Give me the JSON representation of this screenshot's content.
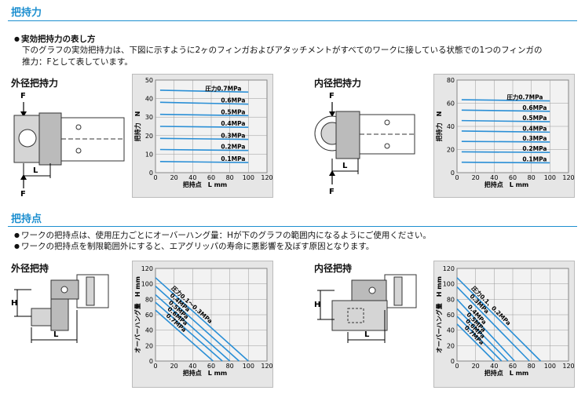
{
  "sections": {
    "holding_force": {
      "title": "把持力",
      "heading": "実効把持力の表し方",
      "body_line1": "下のグラフの実効把持力は、下図に示すように2ヶのフィンガおよびアタッチメントがすべてのワークに接している状態での1つのフィンガの",
      "body_line2": "推力：Fとして表しています。",
      "external_label": "外径把持力",
      "internal_label": "内径把持力"
    },
    "holding_point": {
      "title": "把持点",
      "bullet1": "ワークの把持点は、使用圧力ごとにオーバーハング量：Hが下のグラフの範囲内になるようにご使用ください。",
      "bullet2": "ワークの把持点を制限範囲外にすると、エアグリッパの寿命に悪影響を及ぼす原因となります。",
      "external_label": "外径把持",
      "internal_label": "内径把持"
    }
  },
  "diagram_labels": {
    "force": "F",
    "length": "L",
    "overhang": "H"
  },
  "colors": {
    "accent": "#1d8fd0",
    "panel": "#e6e6e6",
    "line": "#2a8fd6"
  },
  "chart_data": [
    {
      "id": "external-force",
      "type": "line",
      "xlabel": "把持点　L mm",
      "ylabel": "把持力　N",
      "xlim": [
        0,
        120
      ],
      "ylim": [
        0,
        50
      ],
      "xticks": [
        0,
        20,
        40,
        60,
        80,
        100,
        120
      ],
      "yticks": [
        0,
        10,
        20,
        30,
        40,
        50
      ],
      "series": [
        {
          "name": "圧力0.7MPa",
          "x": [
            5,
            100
          ],
          "values": [
            44.5,
            43.5
          ]
        },
        {
          "name": "0.6MPa",
          "x": [
            5,
            100
          ],
          "values": [
            38,
            37
          ]
        },
        {
          "name": "0.5MPa",
          "x": [
            5,
            100
          ],
          "values": [
            31.5,
            30.8
          ]
        },
        {
          "name": "0.4MPa",
          "x": [
            5,
            100
          ],
          "values": [
            25,
            24.5
          ]
        },
        {
          "name": "0.3MPa",
          "x": [
            5,
            100
          ],
          "values": [
            18.5,
            18
          ]
        },
        {
          "name": "0.2MPa",
          "x": [
            5,
            100
          ],
          "values": [
            12.5,
            12
          ]
        },
        {
          "name": "0.1MPa",
          "x": [
            5,
            100
          ],
          "values": [
            6,
            5.5
          ]
        }
      ]
    },
    {
      "id": "internal-force",
      "type": "line",
      "xlabel": "把持点　L mm",
      "ylabel": "把持力　N",
      "xlim": [
        0,
        120
      ],
      "ylim": [
        0,
        80
      ],
      "xticks": [
        0,
        20,
        40,
        60,
        80,
        100,
        120
      ],
      "yticks": [
        0,
        20,
        40,
        60,
        80
      ],
      "series": [
        {
          "name": "圧力0.7MPa",
          "x": [
            5,
            100
          ],
          "values": [
            63,
            62
          ]
        },
        {
          "name": "0.6MPa",
          "x": [
            5,
            100
          ],
          "values": [
            54,
            53
          ]
        },
        {
          "name": "0.5MPa",
          "x": [
            5,
            100
          ],
          "values": [
            45,
            44
          ]
        },
        {
          "name": "0.4MPa",
          "x": [
            5,
            100
          ],
          "values": [
            36,
            35
          ]
        },
        {
          "name": "0.3MPa",
          "x": [
            5,
            100
          ],
          "values": [
            27,
            26.5
          ]
        },
        {
          "name": "0.2MPa",
          "x": [
            5,
            100
          ],
          "values": [
            18,
            17.5
          ]
        },
        {
          "name": "0.1MPa",
          "x": [
            5,
            100
          ],
          "values": [
            9,
            8.5
          ]
        }
      ]
    },
    {
      "id": "external-overhang",
      "type": "line",
      "xlabel": "把持点　L mm",
      "ylabel": "オーバーハング量　H mm",
      "xlim": [
        0,
        120
      ],
      "ylim": [
        0,
        120
      ],
      "xticks": [
        0,
        20,
        40,
        60,
        80,
        100,
        120
      ],
      "yticks": [
        0,
        20,
        40,
        60,
        80,
        100,
        120
      ],
      "series": [
        {
          "name": "圧力0.1～0.3MPa",
          "x": [
            0,
            100
          ],
          "values": [
            108,
            0
          ]
        },
        {
          "name": "0.4MPa",
          "x": [
            0,
            90
          ],
          "values": [
            97,
            0
          ]
        },
        {
          "name": "0.5MPa",
          "x": [
            0,
            80
          ],
          "values": [
            86,
            0
          ]
        },
        {
          "name": "0.6MPa",
          "x": [
            0,
            72
          ],
          "values": [
            76,
            0
          ]
        },
        {
          "name": "0.7MPa",
          "x": [
            0,
            62
          ],
          "values": [
            66,
            0
          ]
        }
      ]
    },
    {
      "id": "internal-overhang",
      "type": "line",
      "xlabel": "把持点　L mm",
      "ylabel": "オーバーハング量　H mm",
      "xlim": [
        0,
        120
      ],
      "ylim": [
        0,
        120
      ],
      "xticks": [
        0,
        20,
        40,
        60,
        80,
        100,
        120
      ],
      "yticks": [
        0,
        20,
        40,
        60,
        80,
        100,
        120
      ],
      "series": [
        {
          "name": "圧力0.1、0.2MPa",
          "x": [
            0,
            90
          ],
          "values": [
            108,
            0
          ]
        },
        {
          "name": "0.3MPa",
          "x": [
            0,
            78
          ],
          "values": [
            96,
            0
          ]
        },
        {
          "name": "0.4MPa",
          "x": [
            0,
            62
          ],
          "values": [
            80,
            0
          ]
        },
        {
          "name": "0.5MPa",
          "x": [
            0,
            55
          ],
          "values": [
            68,
            0
          ]
        },
        {
          "name": "0.6MPa",
          "x": [
            0,
            48
          ],
          "values": [
            58,
            0
          ]
        },
        {
          "name": "0.7MPa",
          "x": [
            0,
            40
          ],
          "values": [
            48,
            0
          ]
        }
      ]
    }
  ]
}
